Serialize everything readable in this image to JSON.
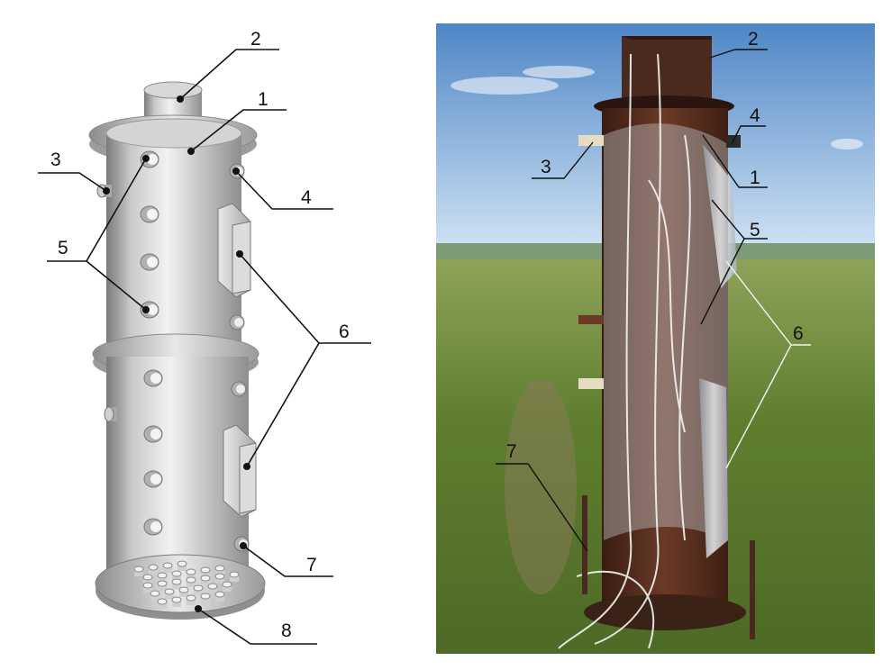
{
  "figure": {
    "left_panel": {
      "type": "3d-render",
      "labels": [
        {
          "id": "l2",
          "text": "2"
        },
        {
          "id": "l1",
          "text": "1"
        },
        {
          "id": "l3",
          "text": "3"
        },
        {
          "id": "l4",
          "text": "4"
        },
        {
          "id": "l5",
          "text": "5"
        },
        {
          "id": "l6",
          "text": "6"
        },
        {
          "id": "l7",
          "text": "7"
        },
        {
          "id": "l8",
          "text": "8"
        }
      ]
    },
    "right_panel": {
      "type": "photo",
      "labels": [
        {
          "id": "p2",
          "text": "2"
        },
        {
          "id": "p4",
          "text": "4"
        },
        {
          "id": "p3",
          "text": "3"
        },
        {
          "id": "p1",
          "text": "1"
        },
        {
          "id": "p5",
          "text": "5"
        },
        {
          "id": "p6",
          "text": "6"
        },
        {
          "id": "p7",
          "text": "7"
        }
      ]
    },
    "colors": {
      "metal": "#bdbdbd",
      "metal_dark": "#8a8a8a",
      "sky_top": "#4f86c6",
      "sky_bottom": "#cfe3f5",
      "grass": "#6f8f3a",
      "rust": "#5a2d1e",
      "foil": "#d9dde2"
    }
  }
}
